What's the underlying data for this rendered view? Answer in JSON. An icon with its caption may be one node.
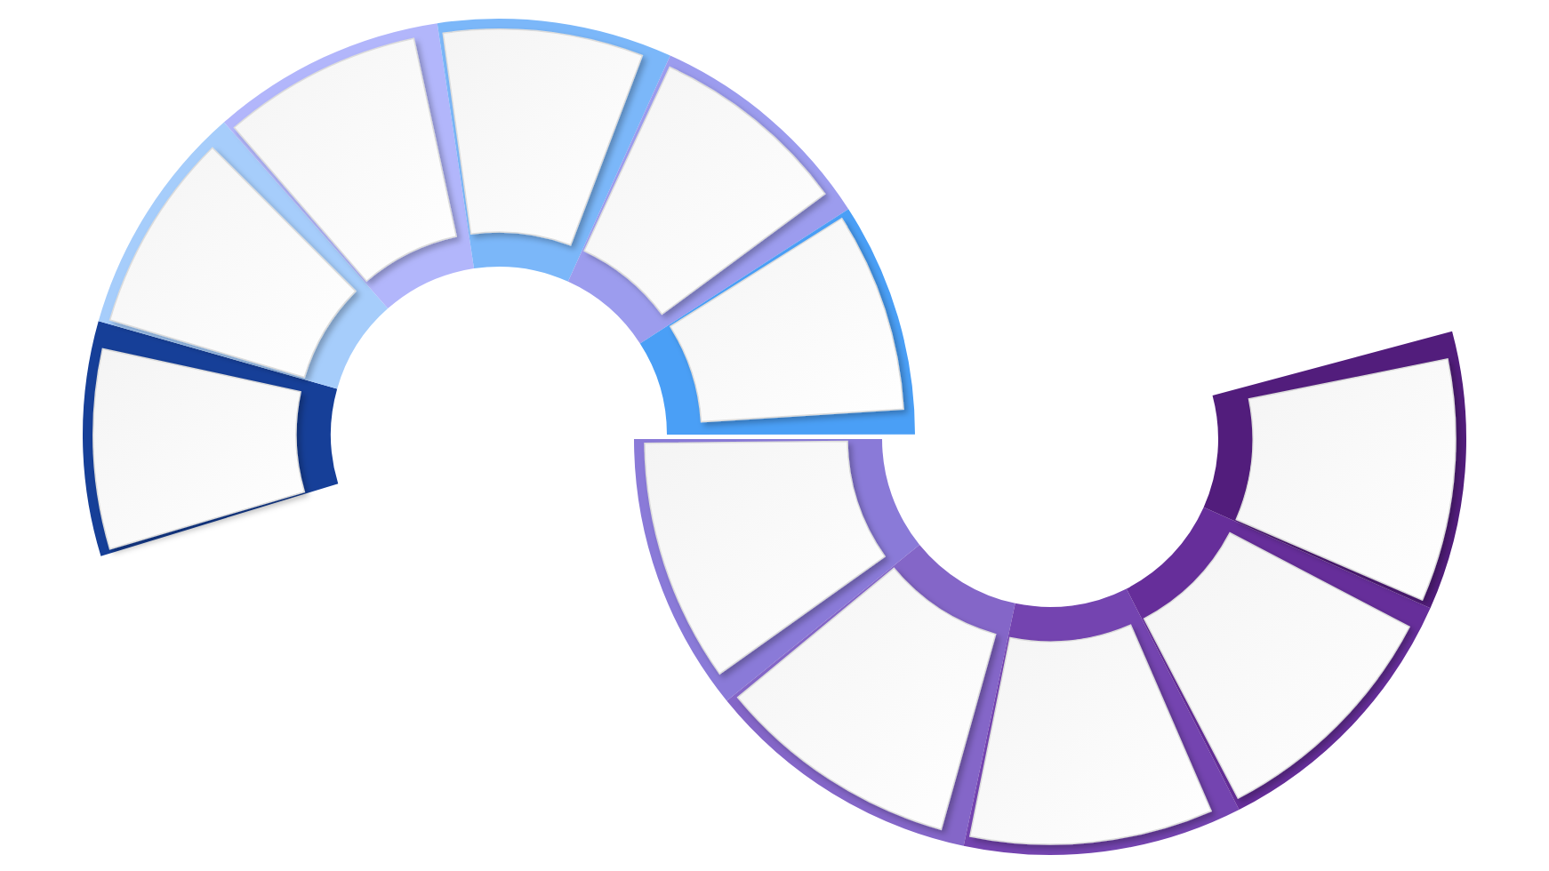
{
  "diagram": {
    "nodes": [
      {
        "text": [],
        "shape": "sector"
      },
      {
        "text": [],
        "shape": "sector"
      },
      {
        "text": [],
        "shape": "sector"
      },
      {
        "text": [],
        "shape": "sector"
      },
      {
        "text": [],
        "shape": "sector"
      },
      {
        "text": [],
        "shape": "sector"
      },
      {
        "text": [],
        "shape": "sector"
      },
      {
        "text": [],
        "shape": "sector"
      },
      {
        "text": [],
        "shape": "sector"
      },
      {
        "text": [],
        "shape": "sector"
      },
      {
        "text": [],
        "shape": "sector"
      }
    ]
  }
}
